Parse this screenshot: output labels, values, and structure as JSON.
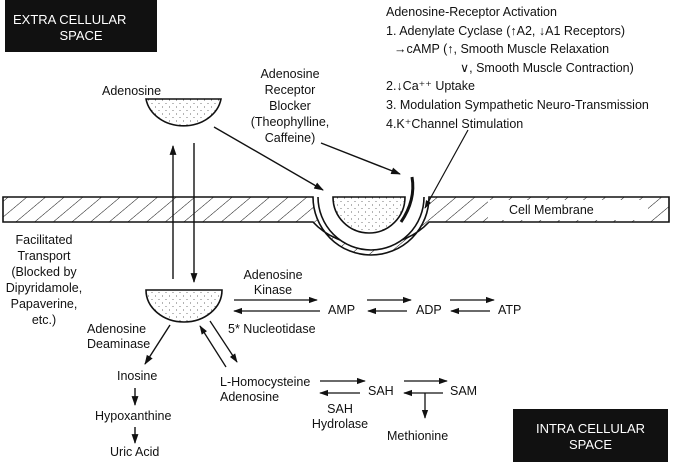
{
  "regions": {
    "extra": [
      "EXTRA CELLULAR",
      "SPACE"
    ],
    "intra": [
      "INTRA CELLULAR",
      "SPACE"
    ]
  },
  "labels": {
    "adenosine_top": "Adenosine",
    "blocker": [
      "Adenosine",
      "Receptor",
      "Blocker",
      "(Theophylline,",
      "Caffeine)"
    ],
    "activation": [
      "Adenosine-Receptor Activation",
      "1. Adenylate Cyclase   (↑A2, ↓A1 Receptors)",
      "→cAMP (↑, Smooth Muscle Relaxation",
      "∨, Smooth Muscle Contraction)",
      "2.↓Ca⁺⁺ Uptake",
      "3. Modulation Sympathetic Neuro-Transmission",
      "4.K⁺Channel Stimulation"
    ],
    "cell_membrane": "Cell Membrane",
    "facilitated": [
      "Facilitated",
      "Transport",
      "(Blocked by",
      "Dipyridamole,",
      "Papaverine,",
      "etc.)"
    ],
    "adenosine_kinase": [
      "Adenosine",
      "Kinase"
    ],
    "nucleotidase": "5* Nucleotidase",
    "amp": "AMP",
    "adp": "ADP",
    "atp": "ATP",
    "deaminase": [
      "Adenosine",
      "Deaminase"
    ],
    "inosine": "Inosine",
    "hypoxanthine": "Hypoxanthine",
    "uric_acid": "Uric Acid",
    "homocysteine": [
      "L-Homocysteine",
      "Adenosine"
    ],
    "sah": "SAH",
    "sam": "SAM",
    "sah_hydrolase": [
      "SAH",
      "Hydrolase"
    ],
    "methionine": "Methionine"
  }
}
